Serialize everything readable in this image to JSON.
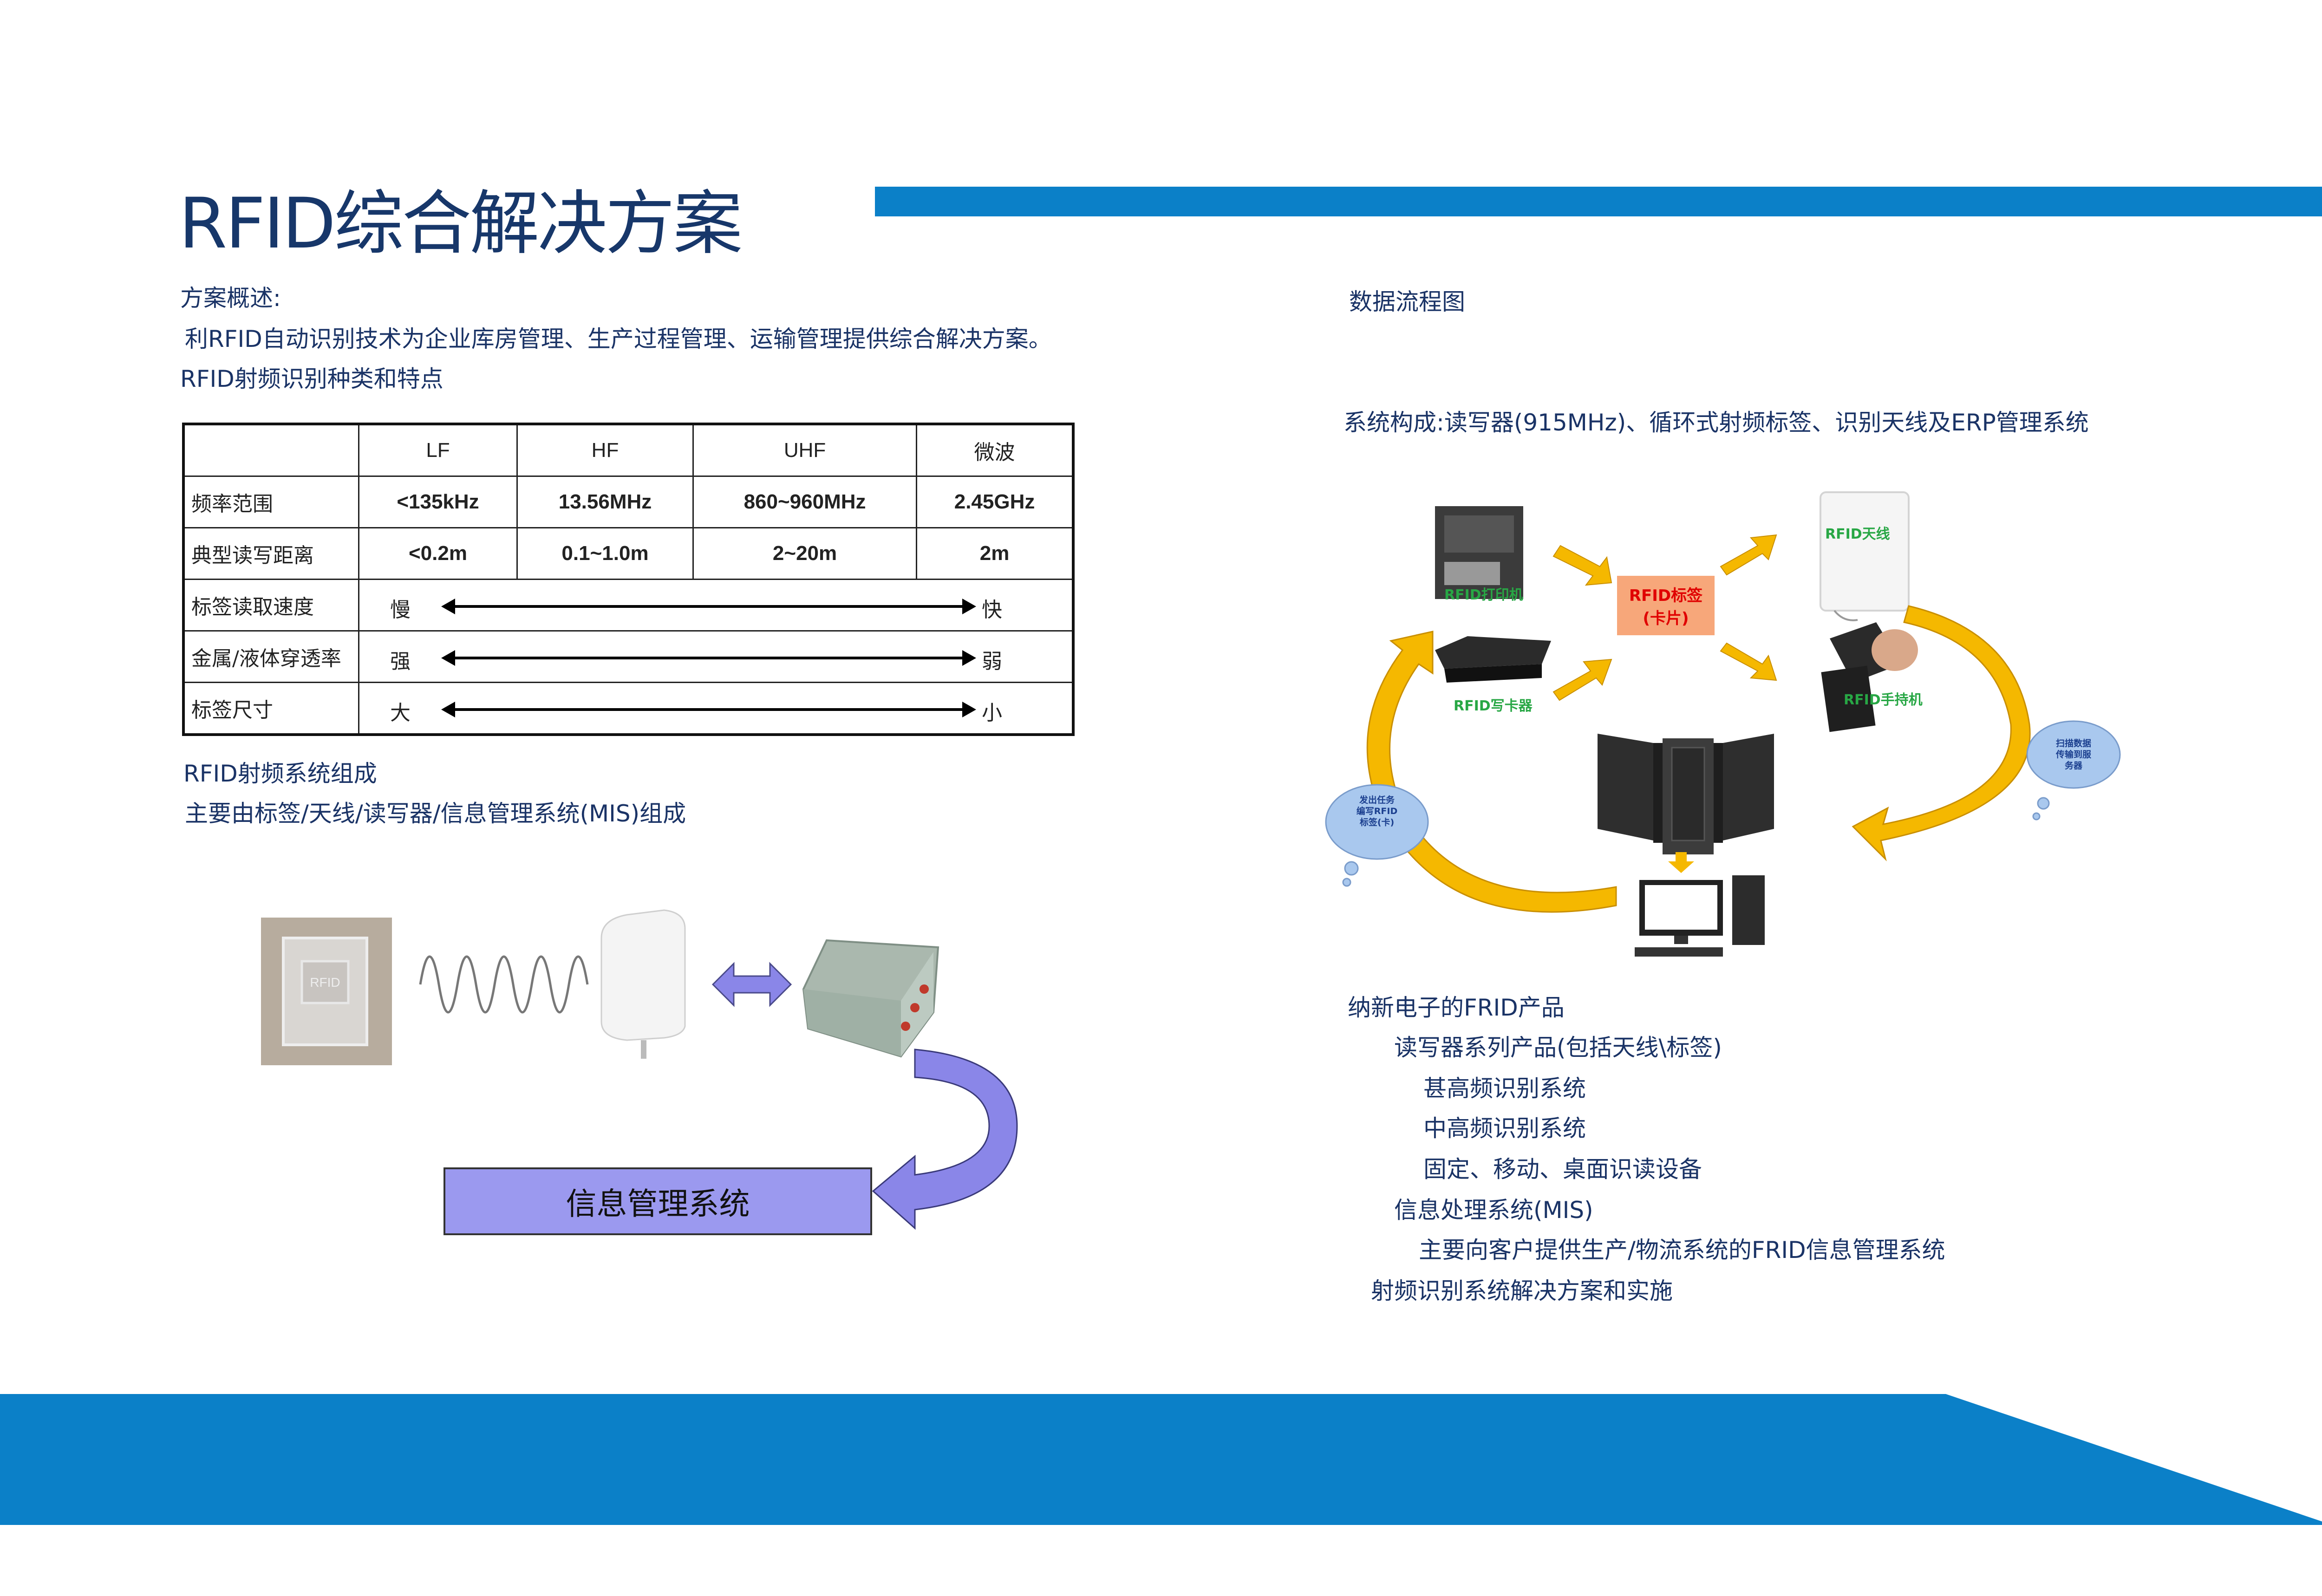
{
  "title": "RFID综合解决方案",
  "left": {
    "overview_label": "方案概述:",
    "overview_text": "利RFID自动识别技术为企业库房管理、生产过程管理、运输管理提供综合解决方案。",
    "types_heading": "RFID射频识别种类和特点",
    "table": {
      "headers": [
        "",
        "LF",
        "HF",
        "UHF",
        "微波"
      ],
      "freq_label": "频率范围",
      "freq_values": [
        "<135kHz",
        "13.56MHz",
        "860~960MHz",
        "2.45GHz"
      ],
      "dist_label": "典型读写距离",
      "dist_values": [
        "<0.2m",
        "0.1~1.0m",
        "2~20m",
        "2m"
      ],
      "speed_label": "标签读取速度",
      "speed_left": "慢",
      "speed_right": "快",
      "metal_label": "金属/液体穿透率",
      "metal_left": "强",
      "metal_right": "弱",
      "size_label": "标签尺寸",
      "size_left": "大",
      "size_right": "小"
    },
    "system_heading": "RFID射频系统组成",
    "system_text": "主要由标签/天线/读写器/信息管理系统(MIS)组成",
    "mis_box": "信息管理系统"
  },
  "right": {
    "flow_heading": "数据流程图",
    "composition": "系统构成:读写器(915MHz)、循环式射频标签、识别天线及ERP管理系统",
    "diagram": {
      "printer": "RFID打印机",
      "writer": "RFID写卡器",
      "tag_line1": "RFID标签",
      "tag_line2": "(卡片)",
      "antenna": "RFID天线",
      "handheld": "RFID手持机",
      "cloud_left_1": "发出任务",
      "cloud_left_2": "编写RFID",
      "cloud_left_3": "标签(卡)",
      "cloud_right_1": "扫描数据",
      "cloud_right_2": "传输到服",
      "cloud_right_3": "务器"
    },
    "products_heading": "纳新电子的FRID产品",
    "product_lines": [
      "读写器系列产品(包括天线\\标签)",
      "甚高频识别系统",
      "中高频识别系统",
      "固定、移动、桌面识读设备",
      "信息处理系统(MIS)",
      "主要向客户提供生产/物流系统的FRID信息管理系统",
      "射频识别系统解决方案和实施"
    ]
  }
}
